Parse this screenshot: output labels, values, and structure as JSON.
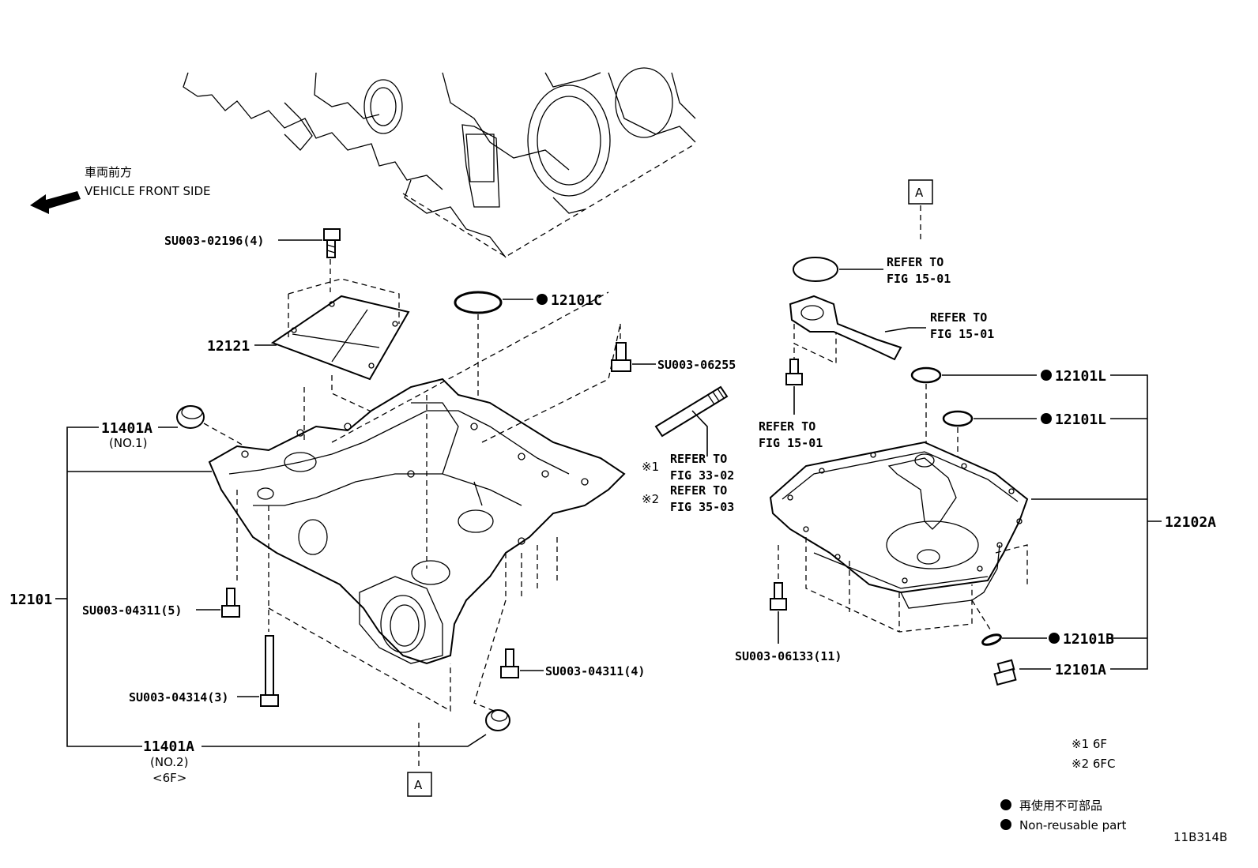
{
  "front_side": {
    "jp": "車両前方",
    "en": "VEHICLE FRONT SIDE"
  },
  "callouts": {
    "bolt_02196": "SU003-02196(4)",
    "cover_12121": "12121",
    "oring_12101c": "12101C",
    "bolt_06255": "SU003-06255",
    "plug_no1": "11401A",
    "plug_no1_sub": "(NO.1)",
    "mark1": "※1",
    "refer_33_line1": "REFER TO",
    "refer_33_line2": "FIG 33-02",
    "mark2": "※2",
    "refer_35_line1": "REFER TO",
    "refer_35_line2": "FIG 35-03",
    "main_12101": "12101",
    "bolt_04311_5": "SU003-04311(5)",
    "bolt_04311_4": "SU003-04311(4)",
    "bolt_04314": "SU003-04314(3)",
    "plug_no2": "11401A",
    "plug_no2_sub1": "(NO.2)",
    "plug_no2_sub2": "<6F>",
    "ref_a_bottom": "A",
    "ref_a_top": "A",
    "refer_ring_line1": "REFER TO",
    "refer_ring_line2": "FIG 15-01",
    "refer_pipe_line1": "REFER TO",
    "refer_pipe_line2": "FIG 15-01",
    "refer_bolt_line1": "REFER TO",
    "refer_bolt_line2": "FIG 15-01",
    "oring_12101l_1": "12101L",
    "oring_12101l_2": "12101L",
    "pan_12102a": "12102A",
    "bolt_06133": "SU003-06133(11)",
    "gasket_12101b": "12101B",
    "drain_12101a": "12101A"
  },
  "notes": {
    "note1": "※1 6F",
    "note2": "※2 6FC",
    "legend_jp": "再使用不可部品",
    "legend_en": "Non-reusable part"
  },
  "figure_code": "11B314B"
}
